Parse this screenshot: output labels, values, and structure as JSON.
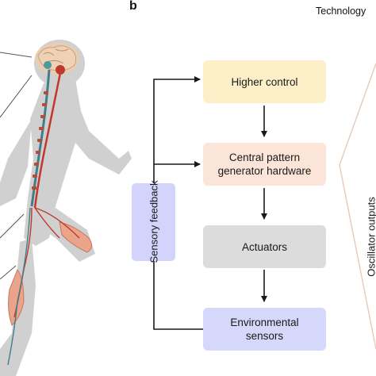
{
  "panel": {
    "letter": "b",
    "technology_label": "Technology"
  },
  "boxes": {
    "higher_control": "Higher control",
    "cpg_line1": "Central pattern",
    "cpg_line2": "generator hardware",
    "actuators": "Actuators",
    "env_line1": "Environmental",
    "env_line2": "sensors",
    "sensory_feedback": "Sensory feedback",
    "oscillator_outputs": "Oscillator outputs"
  },
  "colors": {
    "higher_control_fill": "#fdf0c8",
    "cpg_fill": "#fbe5d8",
    "actuators_fill": "#dcdcdc",
    "env_fill": "#d6d8fb",
    "sensory_fill": "#d3d3fb",
    "arrow": "#1a1a1a",
    "silhouette": "#d0d0d0",
    "spine_blue": "#3f7e8c",
    "nerve_red": "#c0392b",
    "muscle": "#e9a48a"
  }
}
